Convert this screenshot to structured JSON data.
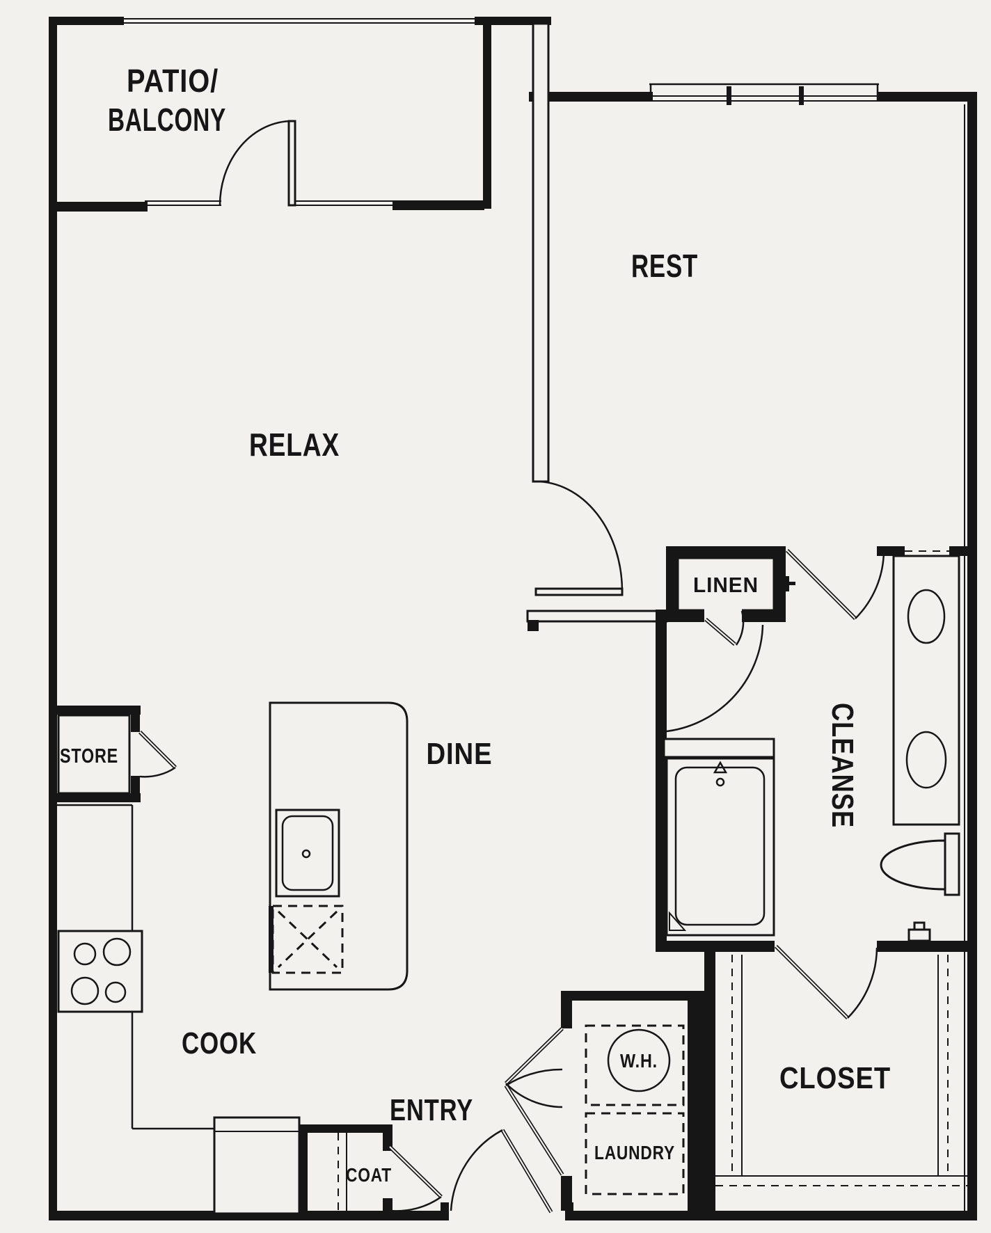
{
  "plan": {
    "title": "One-bedroom apartment floor plan",
    "rooms": {
      "patio_line1": "PATIO/",
      "patio_line2": "BALCONY",
      "rest": "REST",
      "relax": "RELAX",
      "dine": "DINE",
      "cook": "COOK",
      "entry": "ENTRY",
      "cleanse": "CLEANSE",
      "closet": "CLOSET",
      "linen": "LINEN",
      "store": "STORE",
      "coat": "COAT",
      "laundry": "LAUNDRY",
      "water_heater": "W.H."
    },
    "colors": {
      "background": "#f2f1ee",
      "line": "#161616"
    }
  }
}
